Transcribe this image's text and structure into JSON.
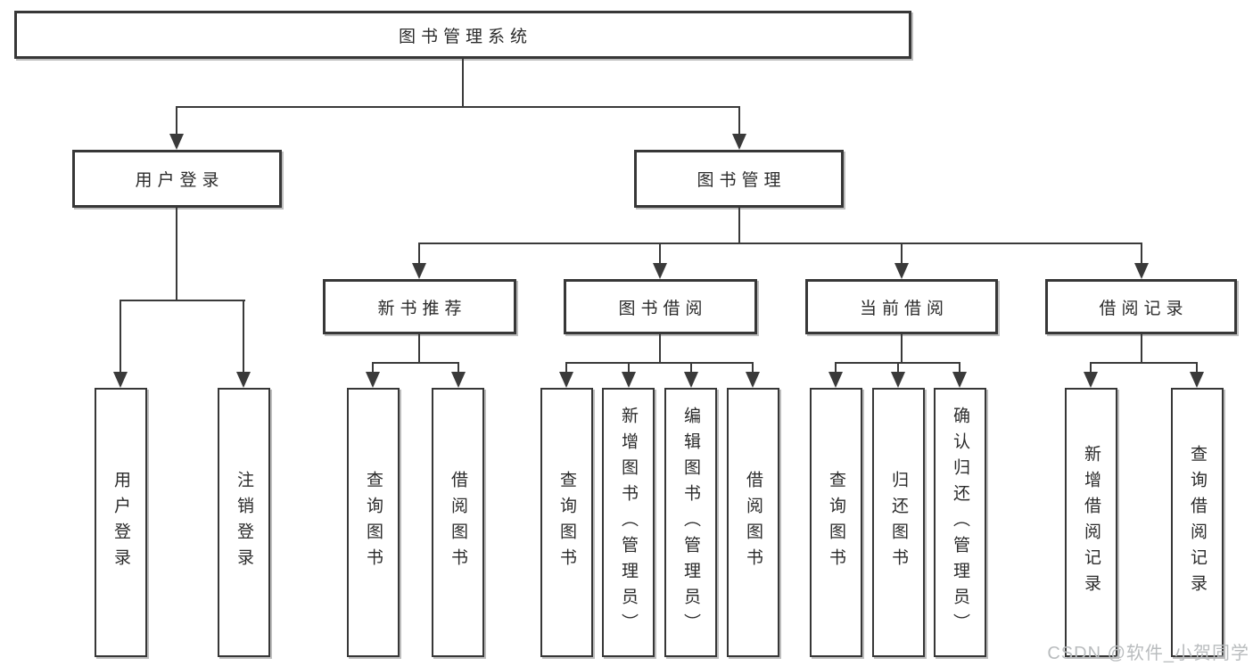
{
  "diagram": {
    "root": {
      "label": "图书管理系统"
    },
    "level2": {
      "user_login": {
        "label": "用户登录"
      },
      "book_mgmt": {
        "label": "图书管理"
      }
    },
    "level3": {
      "new_book_rec": {
        "label": "新书推荐"
      },
      "book_borrow": {
        "label": "图书借阅"
      },
      "current_borrow": {
        "label": "当前借阅"
      },
      "borrow_record": {
        "label": "借阅记录"
      }
    },
    "leaves": {
      "user_login": [
        "用户登录",
        "注销登录"
      ],
      "new_book_rec": [
        "查询图书",
        "借阅图书"
      ],
      "book_borrow": [
        "查询图书",
        "新增图书（管理员）",
        "编辑图书（管理员）",
        "借阅图书"
      ],
      "current_borrow": [
        "查询图书",
        "归还图书",
        "确认归还（管理员）"
      ],
      "borrow_record": [
        "新增借阅记录",
        "查询借阅记录"
      ]
    }
  },
  "watermark": {
    "text": "CSDN @软件_小贺同学",
    "color": "#b9bcbe"
  },
  "colors": {
    "line": "#3a3a3a",
    "border": "#373737",
    "text": "#2b2b2b",
    "background": "#ffffff"
  }
}
